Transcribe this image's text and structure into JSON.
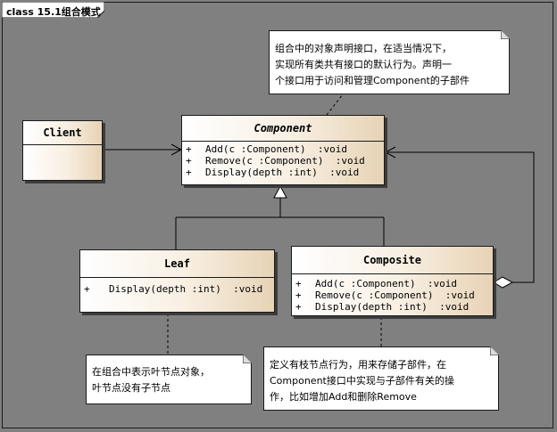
{
  "diagram": {
    "frame_label": "class 15.1组合模式",
    "classes": {
      "client": {
        "name": "Client"
      },
      "component": {
        "name": "Component",
        "operations": [
          {
            "visibility": "+",
            "signature": "Add(c :Component)  :void"
          },
          {
            "visibility": "+",
            "signature": "Remove(c :Component)  :void"
          },
          {
            "visibility": "+",
            "signature": "Display(depth :int)  :void"
          }
        ]
      },
      "leaf": {
        "name": "Leaf",
        "operations": [
          {
            "visibility": "+",
            "signature": "Display(depth :int)  :void"
          }
        ]
      },
      "composite": {
        "name": "Composite",
        "operations": [
          {
            "visibility": "+",
            "signature": "Add(c :Component)  :void"
          },
          {
            "visibility": "+",
            "signature": "Remove(c :Component)  :void"
          },
          {
            "visibility": "+",
            "signature": "Display(depth :int)  :void"
          }
        ]
      }
    },
    "notes": {
      "component_note": [
        "组合中的对象声明接口，在适当情况下，",
        "实现所有类共有接口的默认行为。声明一",
        "个接口用于访问和管理Component的子部件"
      ],
      "leaf_note": [
        "在组合中表示叶节点对象，",
        "叶节点没有子节点"
      ],
      "composite_note": [
        "定义有枝节点行为，用来存储子部件，在",
        "Component接口中实现与子部件有关的操",
        "作，比如增加Add和删除Remove"
      ]
    }
  }
}
